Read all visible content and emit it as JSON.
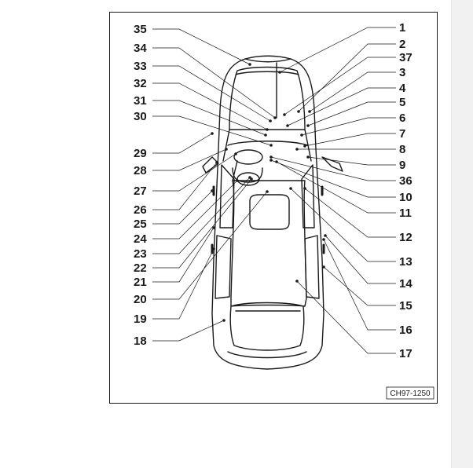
{
  "callouts": [
    {
      "id": "35",
      "side": "left"
    },
    {
      "id": "34",
      "side": "left"
    },
    {
      "id": "33",
      "side": "left"
    },
    {
      "id": "32",
      "side": "left"
    },
    {
      "id": "31",
      "side": "left"
    },
    {
      "id": "30",
      "side": "left"
    },
    {
      "id": "29",
      "side": "left"
    },
    {
      "id": "28",
      "side": "left"
    },
    {
      "id": "27",
      "side": "left"
    },
    {
      "id": "26",
      "side": "left"
    },
    {
      "id": "25",
      "side": "left"
    },
    {
      "id": "24",
      "side": "left"
    },
    {
      "id": "23",
      "side": "left"
    },
    {
      "id": "22",
      "side": "left"
    },
    {
      "id": "21",
      "side": "left"
    },
    {
      "id": "20",
      "side": "left"
    },
    {
      "id": "19",
      "side": "left"
    },
    {
      "id": "18",
      "side": "left"
    },
    {
      "id": "1",
      "side": "right"
    },
    {
      "id": "2",
      "side": "right"
    },
    {
      "id": "37",
      "side": "right"
    },
    {
      "id": "3",
      "side": "right"
    },
    {
      "id": "4",
      "side": "right"
    },
    {
      "id": "5",
      "side": "right"
    },
    {
      "id": "6",
      "side": "right"
    },
    {
      "id": "7",
      "side": "right"
    },
    {
      "id": "8",
      "side": "right"
    },
    {
      "id": "9",
      "side": "right"
    },
    {
      "id": "36",
      "side": "right"
    },
    {
      "id": "10",
      "side": "right"
    },
    {
      "id": "11",
      "side": "right"
    },
    {
      "id": "12",
      "side": "right"
    },
    {
      "id": "13",
      "side": "right"
    },
    {
      "id": "14",
      "side": "right"
    },
    {
      "id": "15",
      "side": "right"
    },
    {
      "id": "16",
      "side": "right"
    },
    {
      "id": "17",
      "side": "right"
    }
  ],
  "figure_code": "CH97-1250"
}
